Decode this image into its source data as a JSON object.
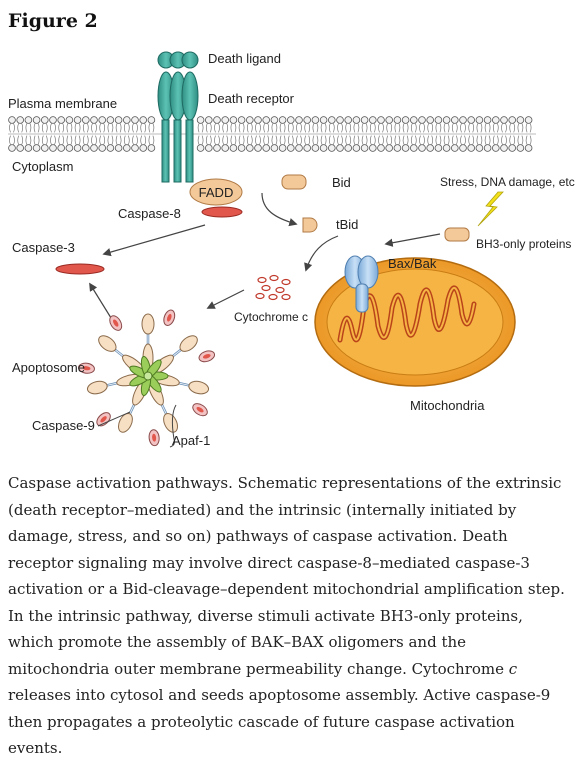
{
  "figure": {
    "title": "Figure 2"
  },
  "diagram": {
    "labels": {
      "death_ligand": "Death ligand",
      "death_receptor": "Death receptor",
      "plasma_membrane": "Plasma membrane",
      "cytoplasm": "Cytoplasm",
      "fadd": "FADD",
      "caspase8": "Caspase-8",
      "bid": "Bid",
      "tbid": "tBid",
      "stress": "Stress, DNA damage, etc",
      "bh3_only": "BH3-only proteins",
      "caspase3": "Caspase-3",
      "bax_bak": "Bax/Bak",
      "cytochrome_c": "Cytochrome c",
      "apoptosome": "Apoptosome",
      "mitochondria": "Mitochondria",
      "caspase9": "Caspase-9",
      "apaf1": "Apaf-1"
    },
    "colors": {
      "receptor": "#3aa89a",
      "fadd": "#f4c99a",
      "caspase": "#e2574c",
      "mitochondria": "#f3a42e",
      "bax": "#9dc3e8",
      "apoptosome_center": "#9acd59",
      "lightning": "#f2e11a"
    }
  },
  "caption": {
    "part1": "Caspase activation pathways. Schematic representations of the extrinsic (death receptor–mediated) and the intrinsic (internally initiated by damage, stress, and so on) pathways of caspase activation. Death receptor signaling may involve direct caspase-8–mediated caspase-3 activation or a Bid-cleavage–dependent mitochondrial amplification step. In the intrinsic pathway, diverse stimuli activate BH3-only proteins, which promote the assembly of BAK–BAX oligomers and the mitochondria outer membrane permeability change. Cytochrome ",
    "emph": "c",
    "part2": " releases into cytosol and seeds apoptosome assembly. Active caspase-9 then propagates a proteolytic cascade of future caspase activation events."
  }
}
